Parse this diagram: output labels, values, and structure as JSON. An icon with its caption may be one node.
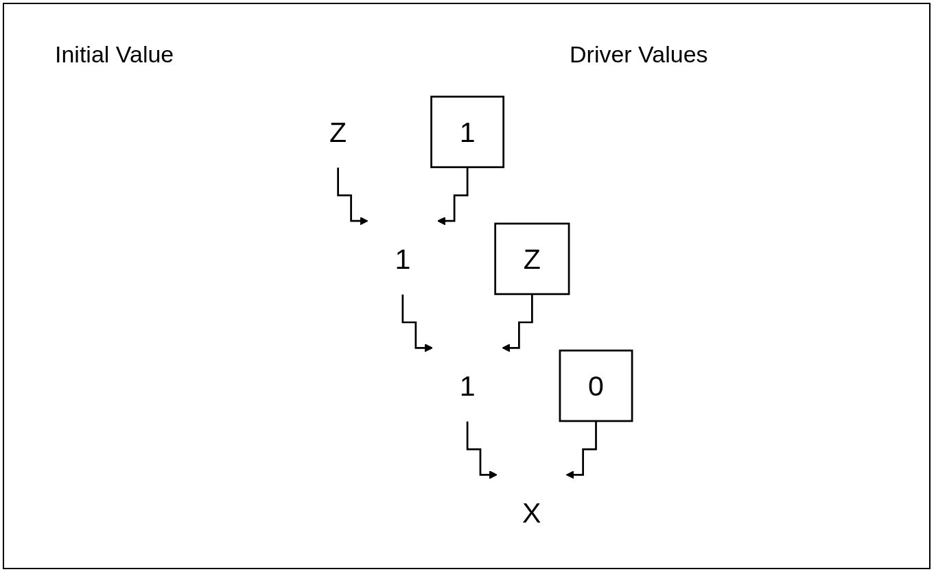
{
  "diagram": {
    "nodes": [
      {
        "text": [
          "Z"
        ]
      },
      {
        "text": [
          "1"
        ]
      },
      {
        "text": [
          "Z"
        ]
      },
      {
        "text": [
          "0"
        ]
      },
      {
        "text": [
          "1"
        ]
      },
      {
        "text": [
          "1"
        ]
      },
      {
        "text": [
          "X"
        ]
      }
    ],
    "edges": [
      {
        "from": 0,
        "to": 4,
        "arrow": "to"
      },
      {
        "from": 1,
        "to": 4,
        "arrow": "to"
      },
      {
        "from": 4,
        "to": 5,
        "arrow": "to"
      },
      {
        "from": 2,
        "to": 5,
        "arrow": "to"
      },
      {
        "from": 5,
        "to": 6,
        "arrow": "to"
      },
      {
        "from": 3,
        "to": 6,
        "arrow": "to"
      }
    ],
    "labels": [
      "Initial Value",
      "Driver Values"
    ]
  }
}
